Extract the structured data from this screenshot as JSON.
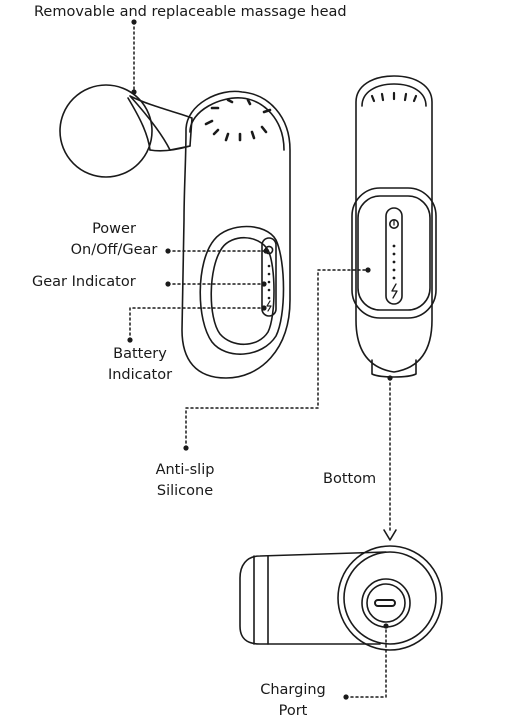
{
  "labels": {
    "massage_head": "Removable and replaceable massage head",
    "power_line1": "Power",
    "power_line2": "On/Off/Gear",
    "gear_indicator": "Gear Indicator",
    "battery_line1": "Battery",
    "battery_line2": "Indicator",
    "antislip_line1": "Anti-slip",
    "antislip_line2": "Silicone",
    "bottom": "Bottom",
    "charging_line1": "Charging",
    "charging_line2": "Port"
  },
  "colors": {
    "ink": "#1a1a1a",
    "background": "#ffffff"
  }
}
